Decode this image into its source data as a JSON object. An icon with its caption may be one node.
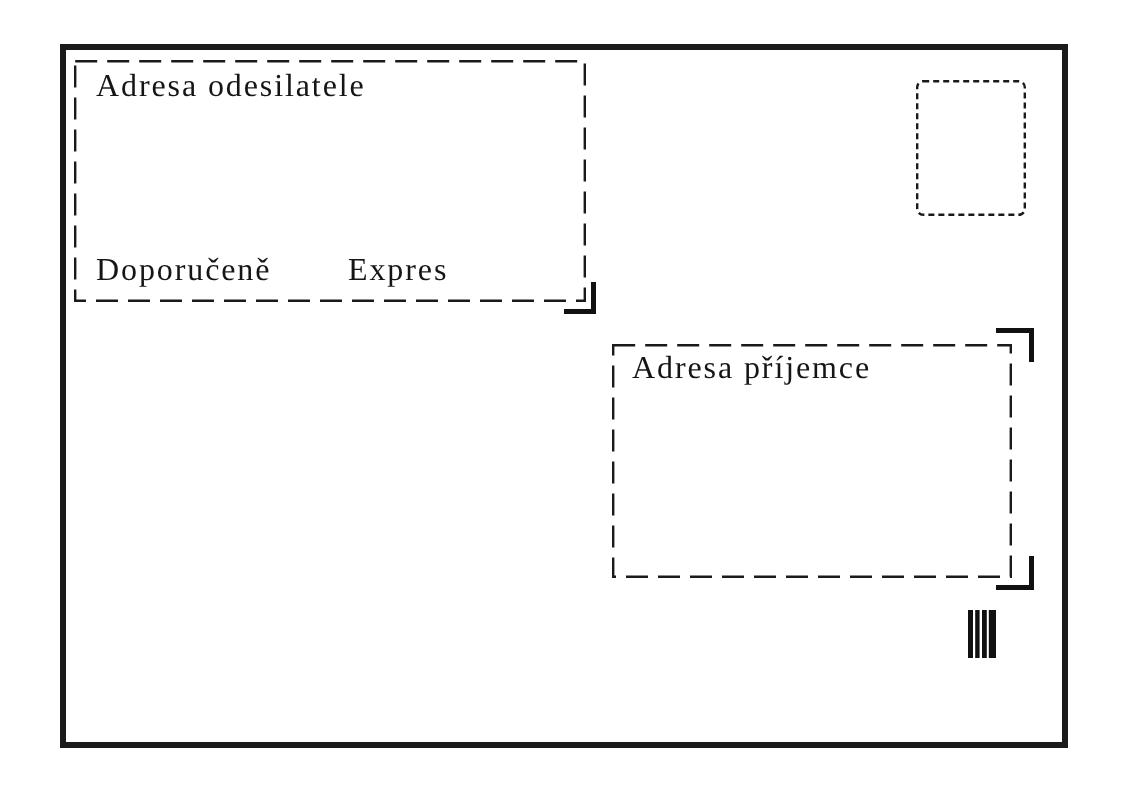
{
  "diagram": {
    "nodes": [
      {
        "text": [],
        "shape": "box"
      },
      {
        "text": [
          "Adresa odesilatele",
          "Doporučeně",
          "Expres"
        ],
        "in": 0
      },
      {
        "text": [],
        "shape": "box",
        "in": 0
      },
      {
        "text": [
          "Adresa příjemce"
        ],
        "in": 0
      }
    ]
  }
}
